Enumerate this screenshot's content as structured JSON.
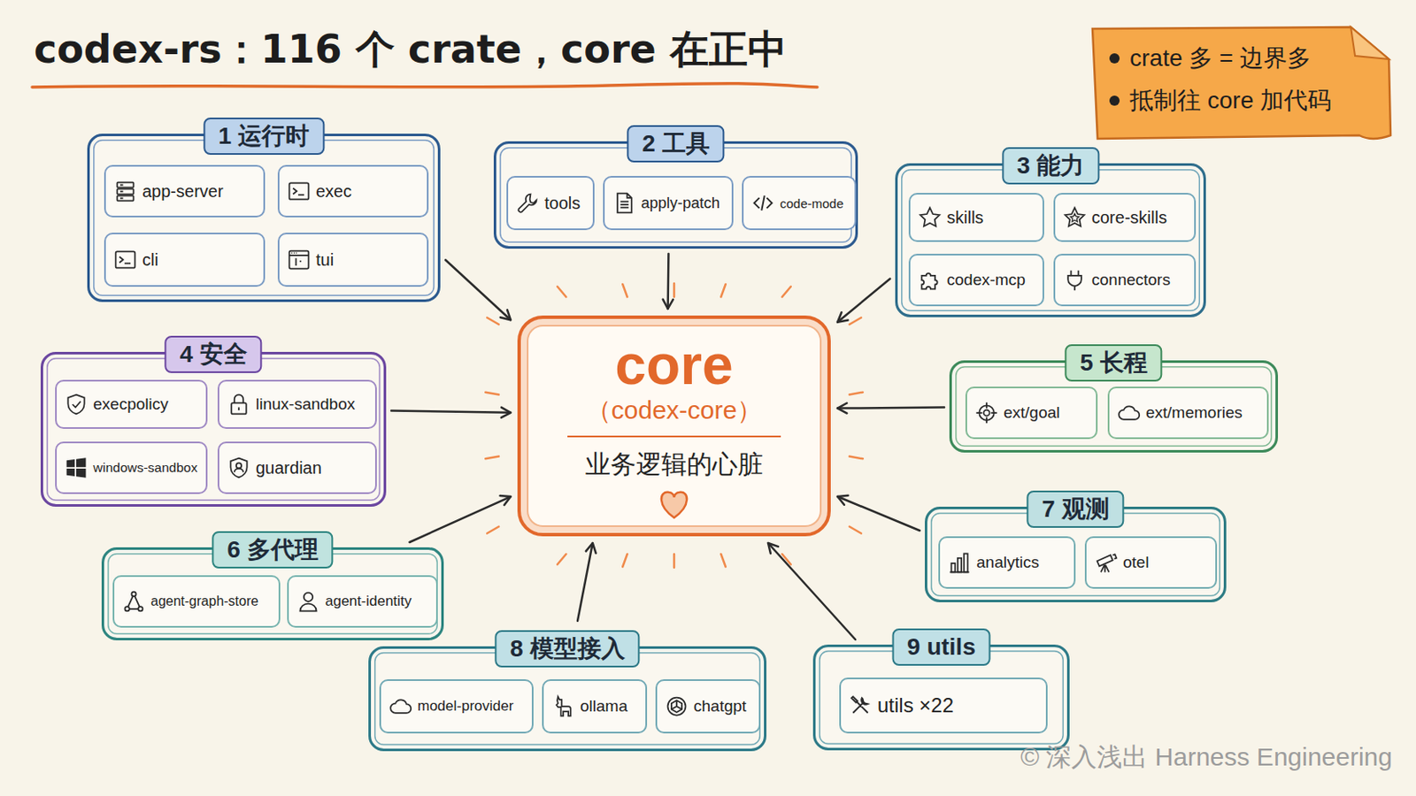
{
  "diagram": {
    "title": "codex-rs：116 个 crate，core 在正中",
    "nodes": [
      {
        "text": [
          "1 运行时"
        ]
      },
      {
        "text": [
          "app-server"
        ],
        "in": 0
      },
      {
        "text": [
          "exec"
        ],
        "in": 0
      },
      {
        "text": [
          "cli"
        ],
        "in": 0
      },
      {
        "text": [
          "tui"
        ],
        "in": 0
      },
      {
        "text": [
          "2 工具"
        ]
      },
      {
        "text": [
          "tools"
        ],
        "in": 5
      },
      {
        "text": [
          "apply-patch"
        ],
        "in": 5
      },
      {
        "text": [
          "code-mode"
        ],
        "in": 5
      },
      {
        "text": [
          "3 能力"
        ]
      },
      {
        "text": [
          "skills"
        ],
        "in": 9
      },
      {
        "text": [
          "core-skills"
        ],
        "in": 9
      },
      {
        "text": [
          "codex-mcp"
        ],
        "in": 9
      },
      {
        "text": [
          "connectors"
        ],
        "in": 9
      },
      {
        "text": [
          "4 安全"
        ]
      },
      {
        "text": [
          "execpolicy"
        ],
        "in": 14
      },
      {
        "text": [
          "linux-sandbox"
        ],
        "in": 14
      },
      {
        "text": [
          "windows-sandbox"
        ],
        "in": 14
      },
      {
        "text": [
          "guardian"
        ],
        "in": 14
      },
      {
        "text": [
          "core",
          "（codex-core）",
          "业务逻辑的心脏"
        ]
      },
      {
        "text": [
          "5 长程"
        ]
      },
      {
        "text": [
          "ext/goal"
        ],
        "in": 20
      },
      {
        "text": [
          "ext/memories"
        ],
        "in": 20
      },
      {
        "text": [
          "6 多代理"
        ]
      },
      {
        "text": [
          "agent-graph-store"
        ],
        "in": 23
      },
      {
        "text": [
          "agent-identity"
        ],
        "in": 23
      },
      {
        "text": [
          "7 观测"
        ]
      },
      {
        "text": [
          "analytics"
        ],
        "in": 26
      },
      {
        "text": [
          "otel"
        ],
        "in": 26
      },
      {
        "text": [
          "8 模型接入"
        ]
      },
      {
        "text": [
          "model-provider"
        ],
        "in": 29
      },
      {
        "text": [
          "ollama"
        ],
        "in": 29
      },
      {
        "text": [
          "chatgpt"
        ],
        "in": 29
      },
      {
        "text": [
          "9 utils"
        ]
      },
      {
        "text": [
          "utils ×22"
        ],
        "in": 33
      }
    ],
    "edges": [
      {
        "from": 0,
        "to": 19,
        "arrow": "to"
      },
      {
        "from": 5,
        "to": 19,
        "arrow": "to"
      },
      {
        "from": 9,
        "to": 19,
        "arrow": "to"
      },
      {
        "from": 14,
        "to": 19,
        "arrow": "to"
      },
      {
        "from": 20,
        "to": 19,
        "arrow": "to"
      },
      {
        "from": 23,
        "to": 19,
        "arrow": "to"
      },
      {
        "from": 26,
        "to": 19,
        "arrow": "to"
      },
      {
        "from": 29,
        "to": 19,
        "arrow": "to"
      },
      {
        "from": 33,
        "to": 19,
        "arrow": "to"
      }
    ],
    "labels": [
      "crate 多 = 边界多",
      "抵制往 core 加代码",
      "© 深入浅出 Harness Engineering"
    ]
  }
}
